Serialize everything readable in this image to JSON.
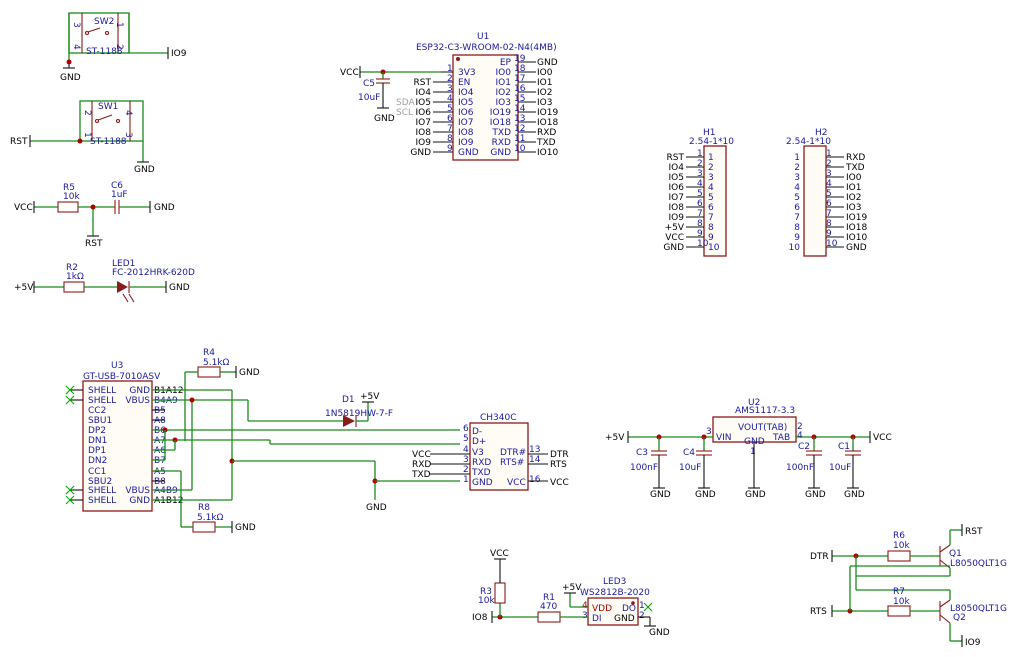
{
  "pins_u1_left": [
    {
      "num": "1",
      "name": "3V3",
      "net": "VCC"
    },
    {
      "num": "2",
      "name": "EN",
      "net": "RST"
    },
    {
      "num": "3",
      "name": "IO4",
      "net": "IO4"
    },
    {
      "num": "4",
      "name": "IO5",
      "net": "IO5"
    },
    {
      "num": "5",
      "name": "IO6",
      "net": "IO6"
    },
    {
      "num": "6",
      "name": "IO7",
      "net": "IO7"
    },
    {
      "num": "7",
      "name": "IO8",
      "net": "IO8"
    },
    {
      "num": "8",
      "name": "IO9",
      "net": "IO9"
    },
    {
      "num": "9",
      "name": "GND",
      "net": "GND"
    }
  ],
  "pins_u1_right": [
    {
      "num": "19",
      "name": "EP",
      "net": "GND"
    },
    {
      "num": "18",
      "name": "IO0",
      "net": "IO0"
    },
    {
      "num": "17",
      "name": "IO1",
      "net": "IO1"
    },
    {
      "num": "16",
      "name": "IO2",
      "net": "IO2"
    },
    {
      "num": "15",
      "name": "IO3",
      "net": "IO3"
    },
    {
      "num": "14",
      "name": "IO19",
      "net": "IO19"
    },
    {
      "num": "13",
      "name": "IO18",
      "net": "IO18"
    },
    {
      "num": "12",
      "name": "TXD",
      "net": "RXD"
    },
    {
      "num": "11",
      "name": "RXD",
      "net": "TXD"
    },
    {
      "num": "10",
      "name": "GND",
      "net": "IO10"
    }
  ],
  "h1_nets": [
    "RST",
    "IO4",
    "IO5",
    "IO6",
    "IO7",
    "IO8",
    "IO9",
    "+5V",
    "VCC",
    "GND"
  ],
  "h2_nets": [
    "RXD",
    "TXD",
    "IO0",
    "IO1",
    "IO2",
    "IO3",
    "IO19",
    "IO18",
    "IO10",
    "GND"
  ],
  "header_pin_numbers": [
    "1",
    "2",
    "3",
    "4",
    "5",
    "6",
    "7",
    "8",
    "9",
    "10"
  ],
  "u3_left": [
    "SHELL",
    "SHELL",
    "CC2",
    "SBU1",
    "DP2",
    "DN1",
    "DP1",
    "DN2",
    "CC1",
    "SBU2",
    "SHELL",
    "SHELL"
  ],
  "u3_right_names": [
    "GND",
    "VBUS",
    "",
    "",
    "",
    "",
    "",
    "",
    "",
    "",
    "VBUS",
    "GND"
  ],
  "u3_right_pins": [
    "B1A12",
    "B4A9",
    "B5",
    "A8",
    "B6",
    "A7",
    "A6",
    "B7",
    "A5",
    "B8",
    "A4B9",
    "A1B12"
  ],
  "labels": {
    "u1_ref": "U1",
    "u1_val": "ESP32-C3-WROOM-02-N4(4MB)",
    "sw2_ref": "SW2",
    "sw2_val": "ST-1188",
    "sw1_ref": "SW1",
    "sw1_val": "ST-1188",
    "io9": "IO9",
    "gnd": "GND",
    "rst": "RST",
    "vcc": "VCC",
    "p5v": "+5V",
    "r5_ref": "R5",
    "r5_val": "10k",
    "c6_ref": "C6",
    "c6_val": "1uF",
    "r2_ref": "R2",
    "r2_val": "1kΩ",
    "led1_ref": "LED1",
    "led1_val": "FC-2012HRK-620D",
    "c5_ref": "C5",
    "c5_val": "10uF",
    "sda": "SDA",
    "scl": "SCL",
    "h1_ref": "H1",
    "h1_val": "2.54-1*10",
    "h2_ref": "H2",
    "h2_val": "2.54-1*10",
    "r4_ref": "R4",
    "r4_val": "5.1kΩ",
    "u3_ref": "U3",
    "u3_val": "GT-USB-7010ASV",
    "d1_ref": "D1",
    "d1_val": "1N5819HW-7-F",
    "ch340": "CH340C",
    "ch_d_minus": "D-",
    "ch_d_plus": "D+",
    "ch_v3": "V3",
    "ch_rxd": "RXD",
    "ch_txd": "TXD",
    "ch_gnd": "GND",
    "ch_dtr": "DTR#",
    "ch_rts": "RTS#",
    "ch_vcc": "VCC",
    "ch_p6": "6",
    "ch_p5": "5",
    "ch_p4": "4",
    "ch_p3": "3",
    "ch_p2": "2",
    "ch_p1": "1",
    "ch_p13": "13",
    "ch_p14": "14",
    "ch_p16": "16",
    "dtr": "DTR",
    "rts": "RTS",
    "txd": "TXD",
    "rxd": "RXD",
    "r8_ref": "R8",
    "r8_val": "5.1kΩ",
    "u2_ref": "U2",
    "u2_val": "AMS1117-3.3",
    "u2_vin": "VIN",
    "u2_gnd": "GND",
    "u2_vout": "VOUT(TAB)",
    "u2_tab": "TAB",
    "u2_p3": "3",
    "u2_p1": "1",
    "u2_p2": "2",
    "u2_p4": "4",
    "c3_ref": "C3",
    "c3_val": "100nF",
    "c4_ref": "C4",
    "c4_val": "10uF",
    "c2_ref": "C2",
    "c2_val": "100nF",
    "c1_ref": "C1",
    "c1_val": "10uF",
    "r3_ref": "R3",
    "r3_val": "10k",
    "r1_ref": "R1",
    "r1_val": "470",
    "io8": "IO8",
    "led3_ref": "LED3",
    "led3_val": "WS2812B-2020",
    "led_vdd": "VDD",
    "led_di": "DI",
    "led_do": "DO",
    "led_gnd": "GND",
    "led_p4": "4",
    "led_p3": "3",
    "led_p1": "1",
    "led_p2": "2",
    "r6_ref": "R6",
    "r6_val": "10k",
    "r7_ref": "R7",
    "r7_val": "10k",
    "q1_ref": "Q1",
    "q1_val": "L8050QLT1G",
    "q2_ref": "Q2",
    "q2_val": "L8050QLT1G"
  },
  "colors": {
    "wire": "#1a8a1a",
    "component": "#8b1a1a",
    "pin_text": "#1a1aa0",
    "junction": "#b00000"
  }
}
